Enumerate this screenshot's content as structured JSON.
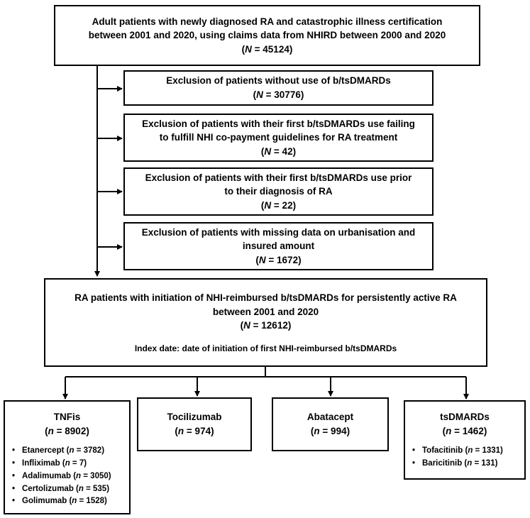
{
  "top_box": {
    "line1": "Adult patients with newly diagnosed RA and catastrophic illness certification",
    "line2": "between 2001 and 2020, using claims data from NHIRD between 2000 and 2020",
    "n_label": "N",
    "n_value": " = 45124)"
  },
  "exclusions": [
    {
      "line1": "Exclusion of patients without use of b/tsDMARDs",
      "line2": "",
      "n_label": "N",
      "n_value": " = 30776)"
    },
    {
      "line1": "Exclusion of patients with their first b/tsDMARDs use failing",
      "line2": "to fulfill NHI co-payment guidelines for RA treatment",
      "n_label": "N",
      "n_value": " = 42)"
    },
    {
      "line1": "Exclusion of patients with their first b/tsDMARDs use prior",
      "line2": "to their diagnosis of RA",
      "n_label": "N",
      "n_value": " = 22)"
    },
    {
      "line1": "Exclusion of patients with missing data on urbanisation and",
      "line2": "insured amount",
      "n_label": "N",
      "n_value": " = 1672)"
    }
  ],
  "main_box": {
    "line1": "RA patients with initiation of NHI-reimbursed b/tsDMARDs for persistently active RA",
    "line2": "between 2001 and 2020",
    "n_label": "N",
    "n_value": " = 12612)",
    "index_date": "Index date: date of initiation of first NHI-reimbursed b/tsDMARDs"
  },
  "groups": [
    {
      "title": "TNFis",
      "n_label": "n",
      "n_value": " = 8902)",
      "drugs": [
        {
          "name": "Etanercept (",
          "n_label": "n",
          "n_value": " = 3782)"
        },
        {
          "name": "Infliximab (",
          "n_label": "n",
          "n_value": " = 7)"
        },
        {
          "name": "Adalimumab (",
          "n_label": "n",
          "n_value": " = 3050)"
        },
        {
          "name": "Certolizumab (",
          "n_label": "n",
          "n_value": " = 535)"
        },
        {
          "name": "Golimumab (",
          "n_label": "n",
          "n_value": " = 1528)"
        }
      ]
    },
    {
      "title": "Tocilizumab",
      "n_label": "n",
      "n_value": " = 974)",
      "drugs": []
    },
    {
      "title": "Abatacept",
      "n_label": "n",
      "n_value": " = 994)",
      "drugs": []
    },
    {
      "title": "tsDMARDs",
      "n_label": "n",
      "n_value": " = 1462)",
      "drugs": [
        {
          "name": "Tofacitinib (",
          "n_label": "n",
          "n_value": " = 1331)"
        },
        {
          "name": "Baricitinib (",
          "n_label": "n",
          "n_value": " = 131)"
        }
      ]
    }
  ]
}
